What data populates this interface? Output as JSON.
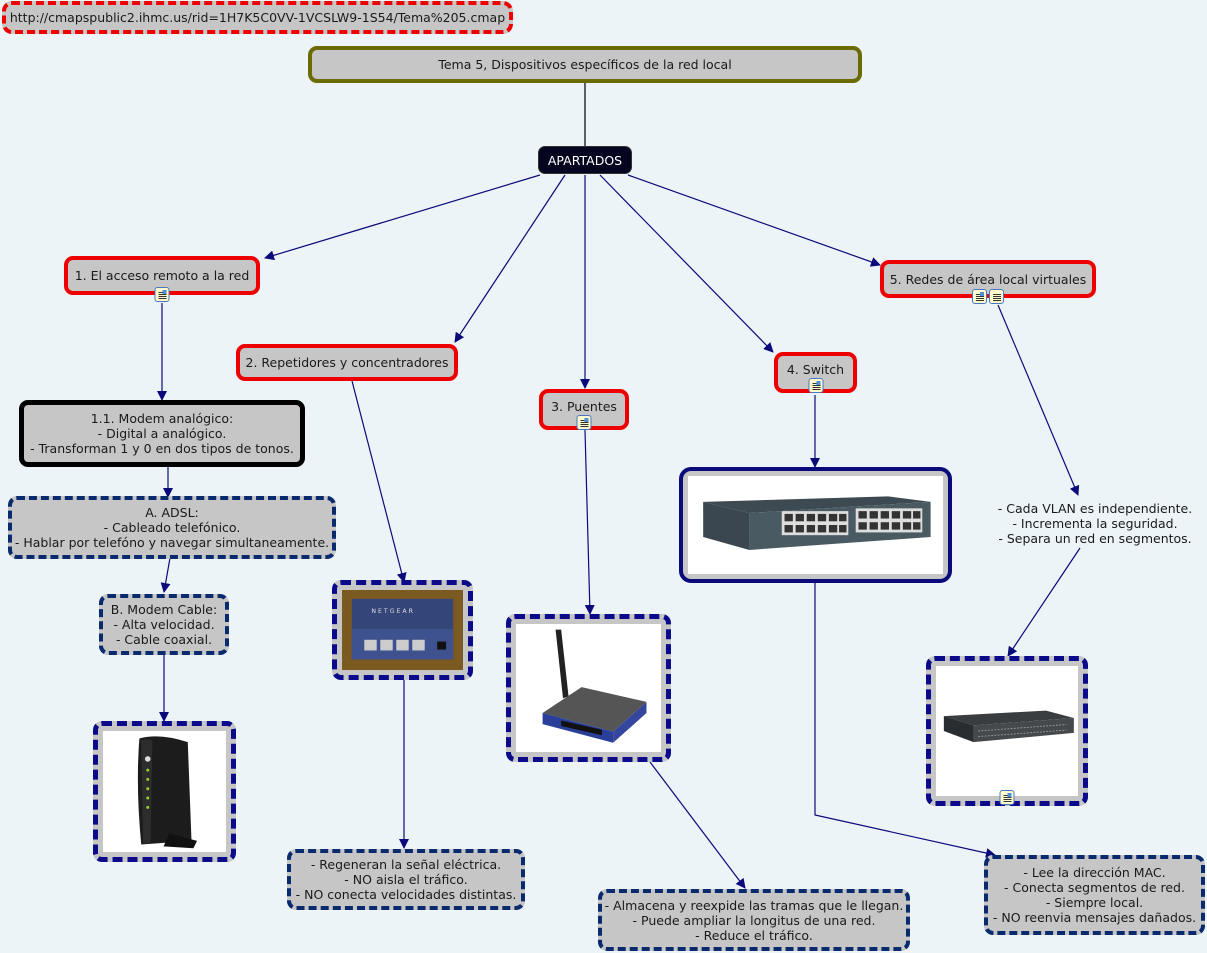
{
  "url_node": "http://cmapspublic2.ihmc.us/rid=1H7K5C0VV-1VCSLW9-1S54/Tema%205.cmap",
  "title": "Tema 5, Dispositivos específicos de la red local",
  "hub": "APARTADOS",
  "sections": {
    "remote": {
      "label": "1. El acceso remoto a la red",
      "resources": [
        "image-doc-icon"
      ]
    },
    "repeaters": {
      "label": "2. Repetidores y concentradores"
    },
    "bridges": {
      "label": "3. Puentes",
      "resources": [
        "image-doc-icon"
      ]
    },
    "switch": {
      "label": "4. Switch",
      "resources": [
        "image-doc-icon"
      ]
    },
    "vlan": {
      "label": "5. Redes de área local virtuales",
      "resources": [
        "image-doc-icon",
        "text-doc-icon"
      ]
    }
  },
  "modem_analog": [
    "1.1. Modem analógico:",
    "- Digital a analógico.",
    "- Transforman 1 y 0 en dos tipos de tonos."
  ],
  "adsl": [
    "A. ADSL:",
    "- Cableado telefónico.",
    "- Hablar por telefóno y navegar simultaneamente."
  ],
  "modem_cable": [
    "B. Modem Cable:",
    "- Alta velocidad.",
    "- Cable coaxial."
  ],
  "vlan_notes": [
    "- Cada VLAN es independiente.",
    "- Incrementa la seguridad.",
    "- Separa un red en segmentos."
  ],
  "repeater_notes": [
    "- Regeneran la señal eléctrica.",
    "- NO aisla el tráfico.",
    "- NO conecta velocidades distintas."
  ],
  "bridge_notes": [
    "- Almacena y reexpide las tramas que le llegan.",
    "- Puede ampliar la longitus de una red.",
    "- Reduce el tráfico."
  ],
  "switch_notes": [
    "- Lee la dirección MAC.",
    "- Conecta segmentos de red.",
    "- Siempre local.",
    "- NO reenvia mensajes dañados."
  ],
  "images": {
    "cable_modem": "cable-modem-image",
    "hub": "netgear-hub-image",
    "router": "wireless-router-image",
    "switch24": "24-port-switch-image",
    "switch48": "48-port-switch-image"
  },
  "colors": {
    "background": "#edf4f8",
    "node_fill": "#c6c6c6",
    "section_border": "#ee0000",
    "title_border": "#6b6b00",
    "link": "#0a0a7a"
  }
}
